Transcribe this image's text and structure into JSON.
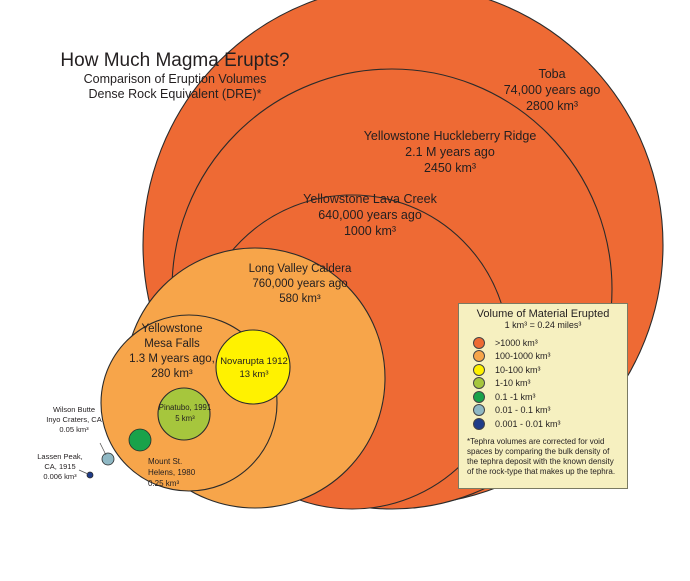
{
  "title": {
    "main": "How Much Magma Erupts?",
    "line1": "Comparison of Eruption Volumes",
    "line2": "Dense Rock Equivalent (DRE)*"
  },
  "chart_data": {
    "type": "bubble",
    "value_unit": "km³",
    "items": [
      {
        "name": "Toba",
        "age": "74,000 years ago",
        "volume_label": "2800 km³",
        "volume_km3": 2800,
        "color": "#ee6a34",
        "labels": [
          "Toba",
          "74,000 years ago",
          "2800 km³"
        ]
      },
      {
        "name": "Yellowstone Huckleberry Ridge",
        "age": "2.1 M years ago",
        "volume_label": "2450 km³",
        "volume_km3": 2450,
        "color": "#ee6a34",
        "labels": [
          "Yellowstone  Huckleberry Ridge",
          "2.1 M years ago",
          "2450 km³"
        ]
      },
      {
        "name": "Yellowstone Lava Creek",
        "age": "640,000 years ago",
        "volume_label": "1000 km³",
        "volume_km3": 1000,
        "color": "#ee6a34",
        "labels": [
          "Yellowstone Lava Creek",
          "640,000 years ago",
          "1000 km³"
        ]
      },
      {
        "name": "Long Valley Caldera",
        "age": "760,000 years ago",
        "volume_label": "580 km³",
        "volume_km3": 580,
        "color": "#f7a54a",
        "labels": [
          "Long Valley Caldera",
          "760,000 years ago",
          "580 km³"
        ]
      },
      {
        "name": "Yellowstone Mesa Falls",
        "age": "1.3 M years ago",
        "volume_label": "280 km³",
        "volume_km3": 280,
        "color": "#f7a54a",
        "labels": [
          "Yellowstone",
          "Mesa Falls",
          "1.3 M years ago,",
          "280 km³"
        ]
      },
      {
        "name": "Novarupta 1912",
        "volume_label": "13 km³",
        "volume_km3": 13,
        "color": "#fff200",
        "labels": [
          "Novarupta 1912",
          "13 km³"
        ]
      },
      {
        "name": "Pinatubo, 1991",
        "volume_label": "5 km³",
        "volume_km3": 5,
        "color": "#a6c63d",
        "labels": [
          "Pinatubo, 1991",
          "5 km³"
        ]
      },
      {
        "name": "Mount St. Helens, 1980",
        "volume_label": "0.25 km³",
        "volume_km3": 0.25,
        "color": "#19a24a",
        "labels": [
          "Mount St.",
          "Helens, 1980",
          "0.25 km³"
        ]
      },
      {
        "name": "Wilson Butte Inyo Craters, CA",
        "volume_label": "0.05 km³",
        "volume_km3": 0.05,
        "color": "#8fb8c4",
        "labels": [
          "Wilson Butte",
          "Inyo Craters, CA",
          "0.05 km³"
        ]
      },
      {
        "name": "Lassen Peak, CA, 1915",
        "volume_label": "0.006 km³",
        "volume_km3": 0.006,
        "color": "#1f3c88",
        "labels": [
          "Lassen Peak,",
          "CA, 1915",
          "0.006 km³"
        ]
      }
    ],
    "legend": {
      "title": "Volume of Material Erupted",
      "unit": "1 km³ = 0.24 miles³",
      "entries": [
        {
          "label": ">1000 km³",
          "color": "#ee6a34"
        },
        {
          "label": "100-1000 km³",
          "color": "#f7a54a"
        },
        {
          "label": "10-100 km³",
          "color": "#fff200"
        },
        {
          "label": "1-10 km³",
          "color": "#a6c63d"
        },
        {
          "label": "0.1 -1 km³",
          "color": "#19a24a"
        },
        {
          "label": "0.01 - 0.1 km³",
          "color": "#8fb8c4"
        },
        {
          "label": "0.001 - 0.01 km³",
          "color": "#1f3c88"
        }
      ],
      "footnote": "*Tephra volumes are corrected for void spaces by comparing the bulk density of the tephra deposit with the known density of the rock-type that makes up the tephra."
    }
  }
}
